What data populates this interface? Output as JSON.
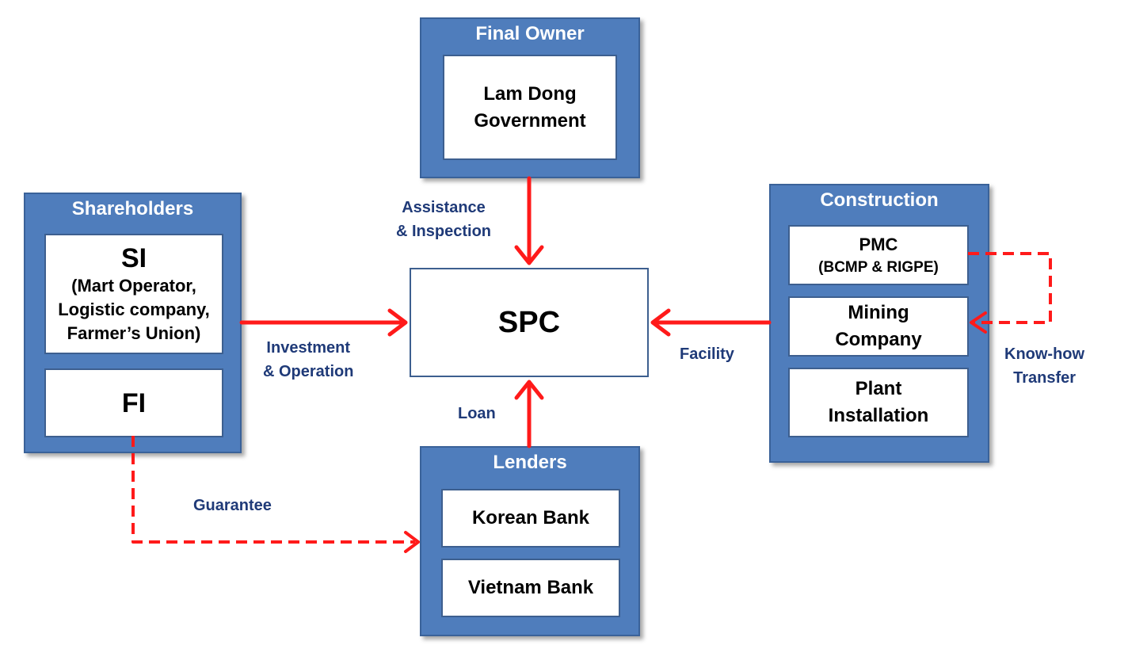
{
  "final_owner": {
    "title": "Final Owner",
    "items": [
      "Lam Dong",
      "Government"
    ]
  },
  "shareholders": {
    "title": "Shareholders",
    "si": {
      "heading": "SI",
      "lines": [
        "(Mart Operator,",
        "Logistic company,",
        "Farmer’s Union)"
      ]
    },
    "fi": {
      "heading": "FI"
    }
  },
  "center": {
    "label": "SPC"
  },
  "construction": {
    "title": "Construction",
    "pmc": {
      "heading": "PMC",
      "sub": "(BCMP & RIGPE)"
    },
    "mining": [
      "Mining",
      "Company"
    ],
    "plant": [
      "Plant",
      "Installation"
    ]
  },
  "lenders": {
    "title": "Lenders",
    "banks": [
      "Korean Bank",
      "Vietnam Bank"
    ]
  },
  "labels": {
    "assistance": [
      "Assistance",
      "& Inspection"
    ],
    "investment": [
      "Investment",
      "& Operation"
    ],
    "facility": "Facility",
    "knowhow": [
      "Know-how",
      "Transfer"
    ],
    "loan": "Loan",
    "guarantee": "Guarantee"
  },
  "colors": {
    "group_fill": "#4f7dbc",
    "arrow": "#ff1a1a",
    "label_text": "#1f3a78"
  }
}
